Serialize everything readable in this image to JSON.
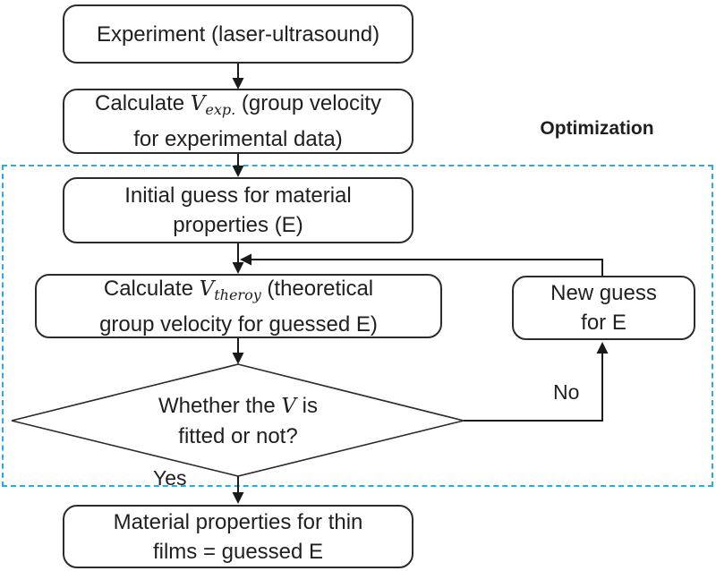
{
  "title": "Laser-ultrasound material property optimization flowchart",
  "colors": {
    "dashed_border": "#29abe2",
    "box_border": "#2b2b2b",
    "line": "#1a1a1a",
    "text": "#1f1f1f",
    "background": "#ffffff"
  },
  "labels": {
    "optimization": "Optimization",
    "yes": "Yes",
    "no": "No"
  },
  "nodes": {
    "experiment": {
      "line1": "Experiment (laser-ultrasound)"
    },
    "calc_vexp": {
      "pre": "Calculate ",
      "var": "V",
      "sub": "exp.",
      "post": " (group velocity",
      "line2": "for experimental data)"
    },
    "initial_guess": {
      "line1": "Initial guess for material",
      "line2": "properties (E)"
    },
    "calc_vtheory": {
      "pre": "Calculate ",
      "var": "V",
      "sub": "theroy",
      "post": " (theoretical",
      "line2": "group velocity for guessed E)"
    },
    "new_guess": {
      "line1": "New guess",
      "line2": "for E"
    },
    "decision": {
      "pre": "Whether the ",
      "var": "V",
      "post": " is",
      "line2": "fitted or not?"
    },
    "material_props": {
      "line1": "Material properties for thin",
      "line2": "films = guessed E"
    }
  }
}
